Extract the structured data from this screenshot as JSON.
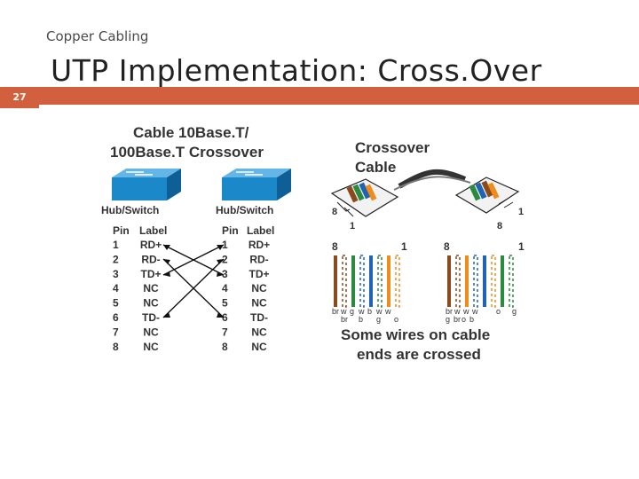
{
  "slide": {
    "supertitle": "Copper Cabling",
    "title": "UTP  Implementation: Cross.Over",
    "number": "27"
  },
  "diagram": {
    "left": {
      "heading_line1": "Cable 10Base.T/",
      "heading_line2": "100Base.T Crossover",
      "device_a": "Hub/Switch",
      "device_b": "Hub/Switch",
      "col_pin": "Pin",
      "col_label": "Label",
      "pins": [
        "1",
        "2",
        "3",
        "4",
        "5",
        "6",
        "7",
        "8"
      ],
      "labels_a": [
        "RD+",
        "RD-",
        "TD+",
        "NC",
        "NC",
        "TD-",
        "NC",
        "NC"
      ],
      "labels_b": [
        "RD+",
        "RD-",
        "TD+",
        "NC",
        "NC",
        "TD-",
        "NC",
        "NC"
      ]
    },
    "right": {
      "heading_line1": "Crossover",
      "heading_line2": "Cable",
      "plug_a_left": "8",
      "plug_a_right": "1",
      "plug_b_left": "8",
      "plug_b_right": "1",
      "group_a_left": "8",
      "group_a_right": "1",
      "group_b_left": "8",
      "group_b_right": "1",
      "wires_a_top": [
        "br",
        "w",
        "g",
        "w",
        "b",
        "w",
        "w"
      ],
      "wires_a_bot": [
        "br",
        "b",
        "g",
        "o"
      ],
      "wires_b_top": [
        "br",
        "w",
        "w",
        "w",
        "o",
        "g"
      ],
      "wires_b_bot": [
        "g",
        "br",
        "o",
        "b"
      ],
      "caption_line1": "Some wires on cable",
      "caption_line2": "ends are crossed"
    }
  }
}
